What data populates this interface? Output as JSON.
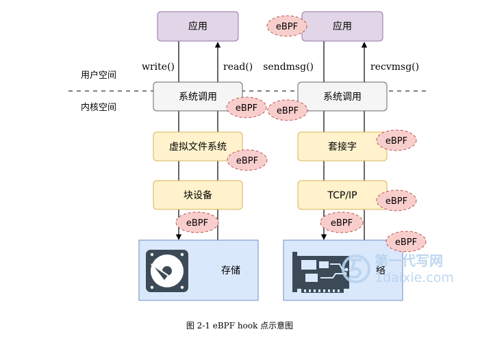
{
  "labels": {
    "user_space": "用户空间",
    "kernel_space": "内核空间"
  },
  "left_stack": {
    "app": "应用",
    "call_down": "write()",
    "call_up": "read()",
    "syscall": "系统调用",
    "vfs": "虚拟文件系统",
    "block": "块设备",
    "device": "存储"
  },
  "right_stack": {
    "app": "应用",
    "call_down": "sendmsg()",
    "call_up": "recvmsg()",
    "syscall": "系统调用",
    "socket": "套接字",
    "tcpip": "TCP/IP",
    "device": "络"
  },
  "hook_label": "eBPF",
  "caption": "图 2-1  eBPF hook 点示意图",
  "watermark": {
    "line1": "第一代写网",
    "line2": "1daixie.com"
  },
  "colors": {
    "app_fill": "#e1d5e7",
    "app_stroke": "#9673a6",
    "syscall_fill": "#f5f5f5",
    "syscall_stroke": "#666666",
    "kernel_fill": "#fff2cc",
    "kernel_stroke": "#d6b656",
    "device_fill": "#dae8fc",
    "device_stroke": "#6c8ebf",
    "ebpf_fill": "#f8cecc",
    "ebpf_stroke": "#b85450"
  }
}
